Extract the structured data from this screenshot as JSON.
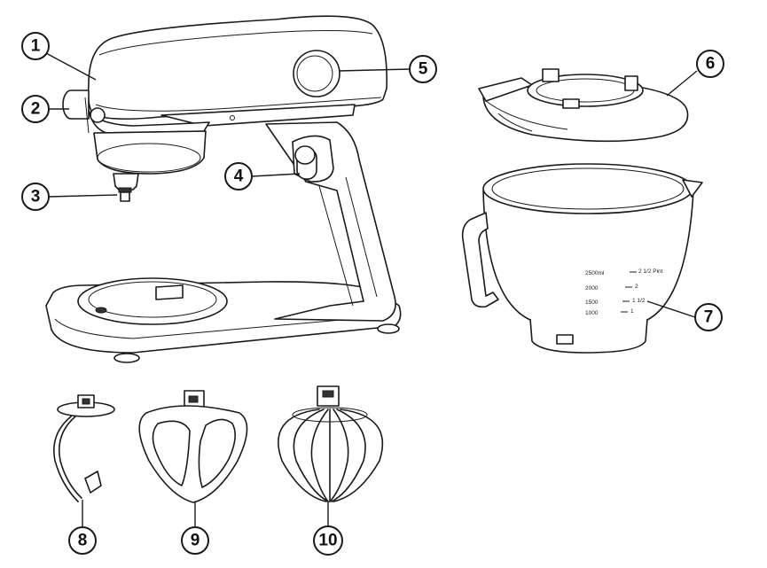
{
  "callouts": {
    "c1": "1",
    "c2": "2",
    "c3": "3",
    "c4": "4",
    "c5": "5",
    "c6": "6",
    "c7": "7",
    "c8": "8",
    "c9": "9",
    "c10": "10"
  },
  "bowl_scale": {
    "m2500": "2500ml",
    "m2000": "2000",
    "m1500": "1500",
    "m1000": "1000",
    "p25": "2 1/2 Pint",
    "p2": "2",
    "p15": "1 1/2",
    "p1": "1"
  }
}
